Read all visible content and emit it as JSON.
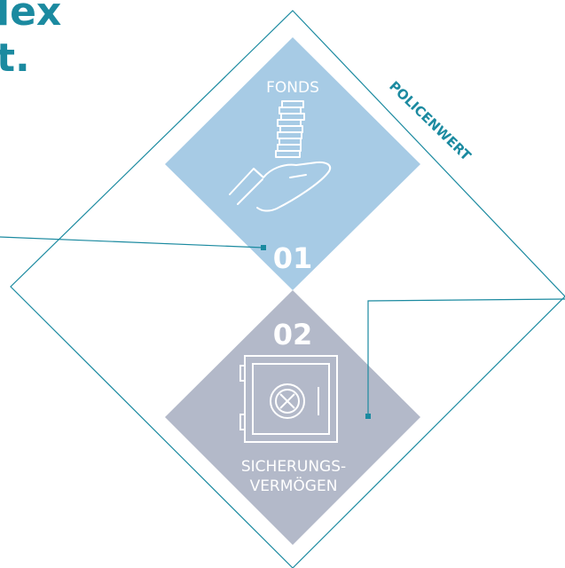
{
  "heading": {
    "line1": "lex",
    "line2": "t."
  },
  "frame": {
    "label": "POLICENWERT",
    "line_color": "#1b8aa0"
  },
  "fonds": {
    "title": "FONDS",
    "number": "01",
    "icon": "coins-on-hand-icon",
    "color": "#a7cbe5"
  },
  "sicherungsvermoegen": {
    "number": "02",
    "title_line1": "SICHERUNGS-",
    "title_line2": "VERMÖGEN",
    "icon": "safe-icon",
    "color": "#b3b9c9"
  }
}
